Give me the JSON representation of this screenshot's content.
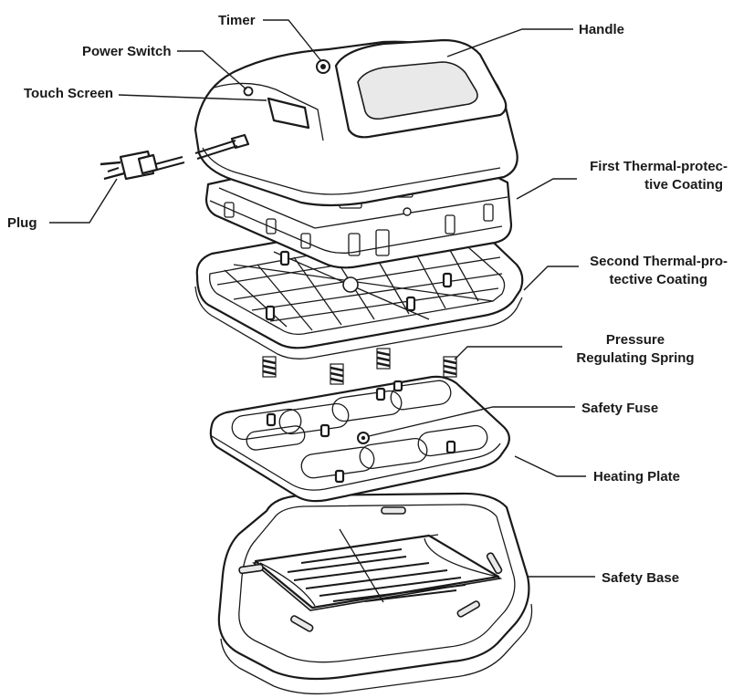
{
  "labels": {
    "timer": "Timer",
    "handle": "Handle",
    "power_switch": "Power Switch",
    "touch_screen": "Touch Screen",
    "first_coating_line1": "First Thermal-protec-",
    "first_coating_line2": "tive Coating",
    "plug": "Plug",
    "second_coating_line1": "Second Thermal-pro-",
    "second_coating_line2": "tective Coating",
    "spring_line1": "Pressure",
    "spring_line2": "Regulating Spring",
    "safety_fuse": "Safety Fuse",
    "heating_plate": "Heating Plate",
    "safety_base": "Safety Base"
  },
  "colors": {
    "ink": "#1a1a1a",
    "background": "#ffffff",
    "shading": "#e9e9e9"
  }
}
